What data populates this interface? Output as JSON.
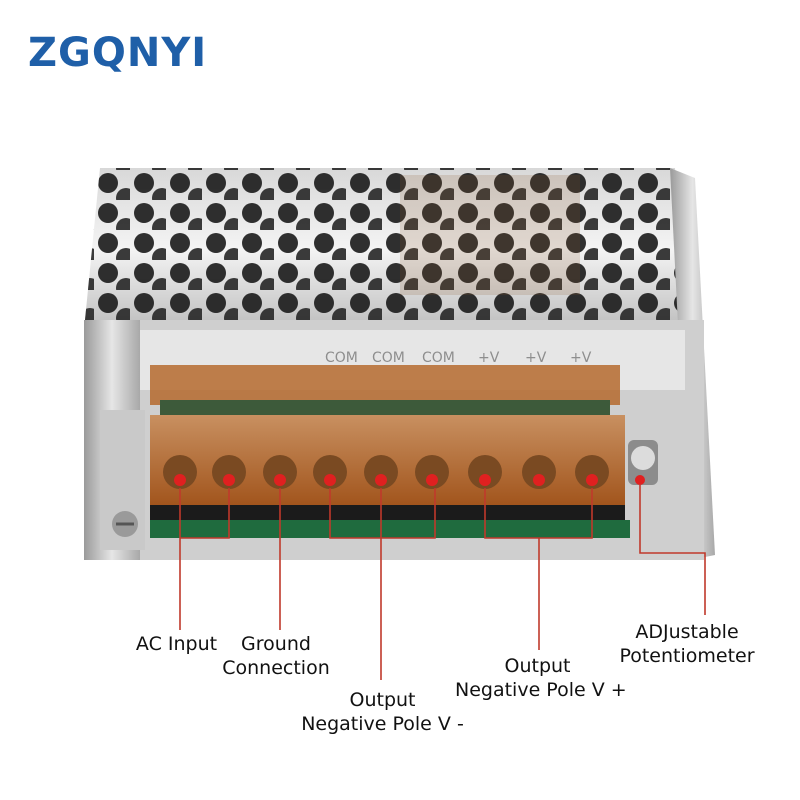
{
  "brand": {
    "logo_text": "ZGQNYI",
    "color": "#1f5fa8"
  },
  "terminal_marks": [
    "COM",
    "COM",
    "COM",
    "+V",
    "+V",
    "+V"
  ],
  "callouts": {
    "ac_input": "AC Input",
    "ground": {
      "line1": "Ground",
      "line2": "Connection"
    },
    "output_neg": {
      "line1": "Output",
      "line2": "Negative Pole V -"
    },
    "output_pos": {
      "line1": "Output",
      "line2": "Negative Pole V +"
    },
    "adjust": {
      "line1": "ADJustable",
      "line2": "Potentiometer"
    }
  },
  "colors": {
    "leader_line": "#c0392b",
    "screw_dot": "#e02020",
    "terminal_cover": "#c8702a"
  }
}
